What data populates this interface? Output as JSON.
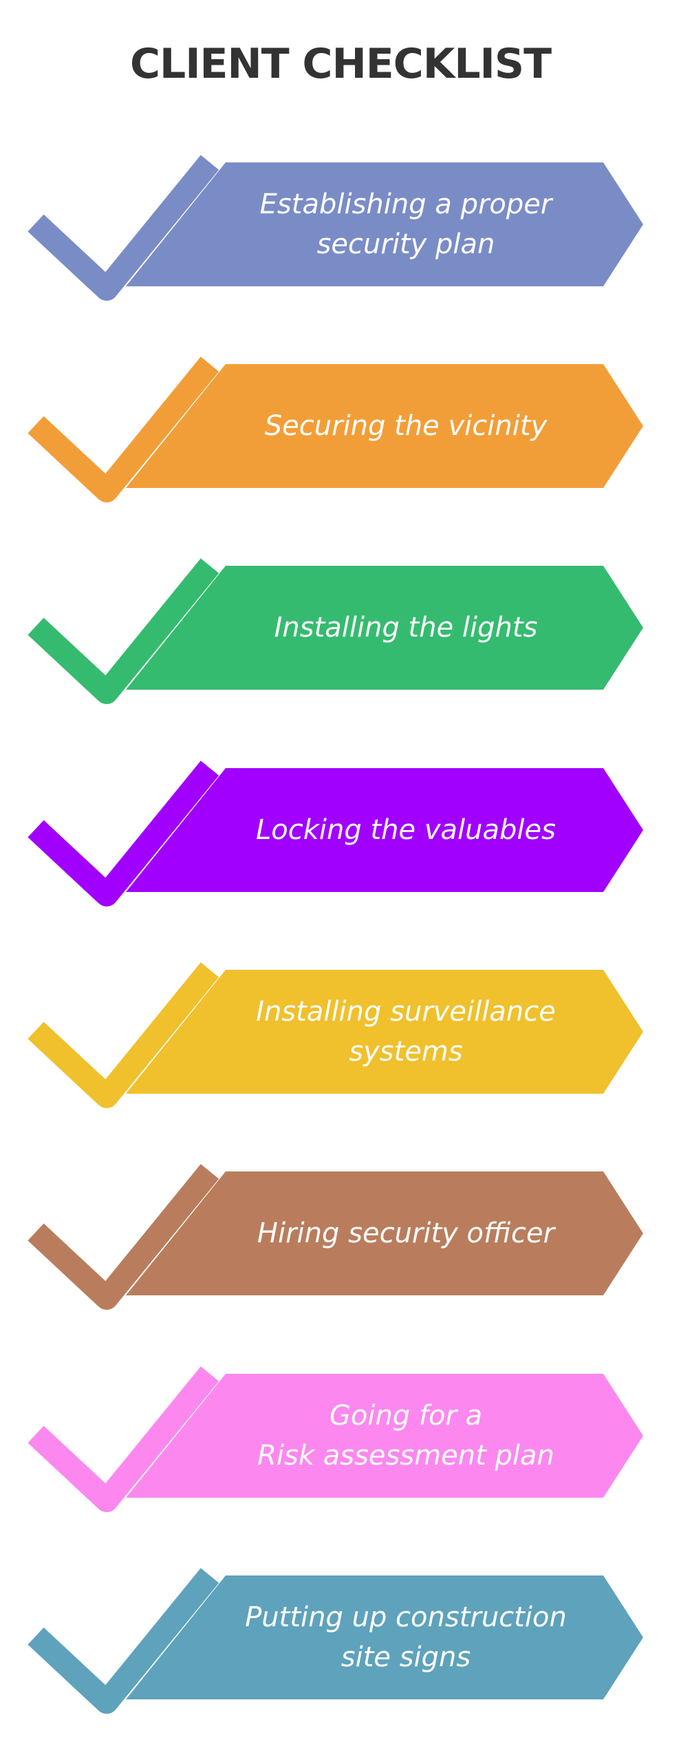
{
  "title": "CLIENT CHECKLIST",
  "items": [
    {
      "label": "Establishing a proper\nsecurity plan",
      "color": "#7a8cc6",
      "icon": "checkmark-icon"
    },
    {
      "label": "Securing the vicinity",
      "color": "#f29e38",
      "icon": "checkmark-icon"
    },
    {
      "label": "Installing the lights",
      "color": "#35bb6f",
      "icon": "checkmark-icon"
    },
    {
      "label": "Locking the valuables",
      "color": "#a100ff",
      "icon": "checkmark-icon"
    },
    {
      "label": "Installing surveillance\nsystems",
      "color": "#f0c02d",
      "icon": "checkmark-icon"
    },
    {
      "label": "Hiring security officer",
      "color": "#b97d5d",
      "icon": "checkmark-icon"
    },
    {
      "label": "Going for a\nRisk assessment plan",
      "color": "#fc88ef",
      "icon": "checkmark-icon"
    },
    {
      "label": "Putting up construction\nsite signs",
      "color": "#5ea2bc",
      "icon": "checkmark-icon"
    }
  ]
}
